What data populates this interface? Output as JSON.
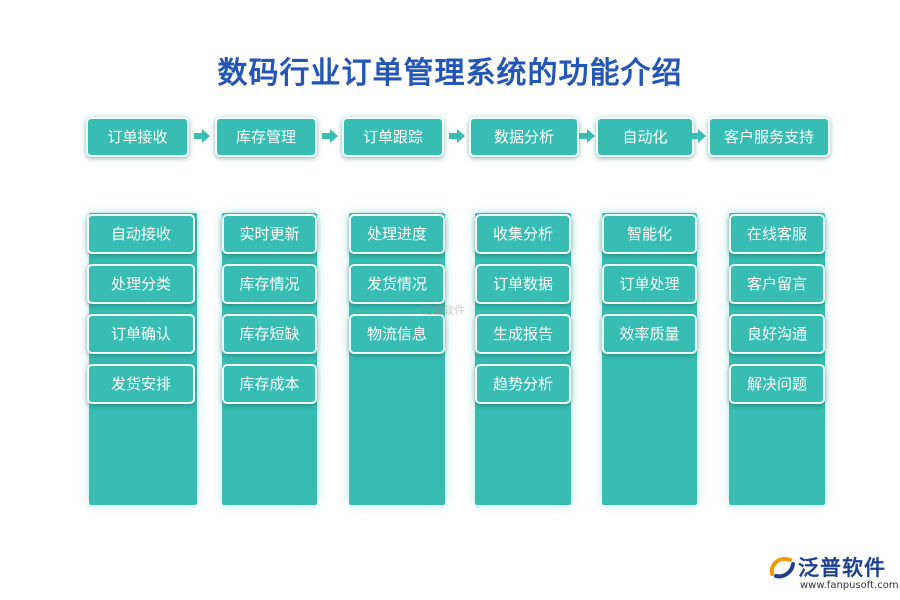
{
  "title": "数码行业订单管理系统的功能介绍",
  "categories": [
    {
      "label": "订单接收",
      "items": [
        "自动接收",
        "处理分类",
        "订单确认",
        "发货安排"
      ]
    },
    {
      "label": "库存管理",
      "items": [
        "实时更新",
        "库存情况",
        "库存短缺",
        "库存成本"
      ]
    },
    {
      "label": "订单跟踪",
      "items": [
        "处理进度",
        "发货情况",
        "物流信息"
      ]
    },
    {
      "label": "数据分析",
      "items": [
        "收集分析",
        "订单数据",
        "生成报告",
        "趋势分析"
      ]
    },
    {
      "label": "自动化",
      "items": [
        "智能化",
        "订单处理",
        "效率质量"
      ]
    },
    {
      "label": "客户服务支持",
      "items": [
        "在线客服",
        "客户留言",
        "良好沟通",
        "解决问题"
      ]
    }
  ],
  "watermark": "泛普软件",
  "logo": {
    "name": "泛普软件",
    "url": "www.fanpusoft.com"
  },
  "colors": {
    "title": "#2456b5",
    "box": "#37bdb1",
    "text": "#ffffff",
    "logo": "#1f3f8f",
    "logo_accent": "#f39800"
  }
}
